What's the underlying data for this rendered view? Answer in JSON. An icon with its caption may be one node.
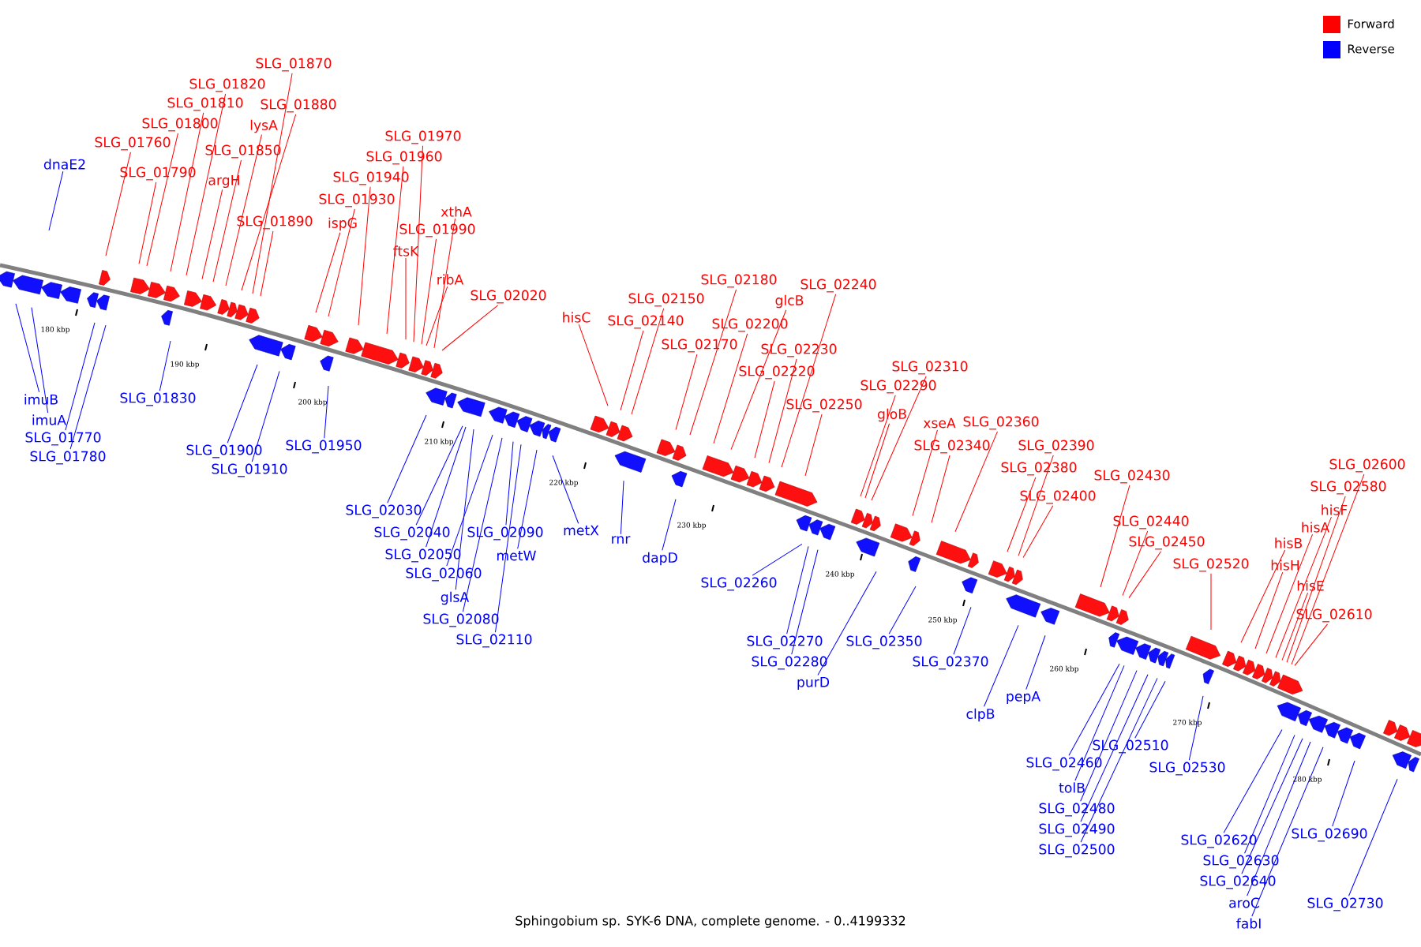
{
  "diagram": {
    "caption": "Sphingobium sp. SYK-6 DNA, complete genome. - 0..4199332",
    "nodes": [
      {
        "text": [
          "SLG_01870"
        ]
      },
      {
        "text": [
          "SLG_01820"
        ]
      },
      {
        "text": [
          "SLG_01810"
        ]
      },
      {
        "text": [
          "SLG_01880"
        ]
      },
      {
        "text": [
          "lysA"
        ]
      },
      {
        "text": [
          "SLG_01800"
        ]
      },
      {
        "text": [
          "SLG_01760"
        ]
      },
      {
        "text": [
          "SLG_01850"
        ]
      },
      {
        "text": [
          "SLG_01790"
        ]
      },
      {
        "text": [
          "argH"
        ]
      },
      {
        "text": [
          "SLG_01890"
        ]
      },
      {
        "text": [
          "SLG_01970"
        ]
      },
      {
        "text": [
          "SLG_01960"
        ]
      },
      {
        "text": [
          "SLG_01940"
        ]
      },
      {
        "text": [
          "SLG_01930"
        ]
      },
      {
        "text": [
          "ispG"
        ]
      },
      {
        "text": [
          "xthA"
        ]
      },
      {
        "text": [
          "SLG_01990"
        ]
      },
      {
        "text": [
          "ftsK"
        ]
      },
      {
        "text": [
          "ribA"
        ]
      },
      {
        "text": [
          "SLG_02020"
        ]
      },
      {
        "text": [
          "hisC"
        ]
      },
      {
        "text": [
          "SLG_02150"
        ]
      },
      {
        "text": [
          "SLG_02140"
        ]
      },
      {
        "text": [
          "SLG_02180"
        ]
      },
      {
        "text": [
          "glcB"
        ]
      },
      {
        "text": [
          "SLG_02240"
        ]
      },
      {
        "text": [
          "SLG_02200"
        ]
      },
      {
        "text": [
          "SLG_02170"
        ]
      },
      {
        "text": [
          "SLG_02230"
        ]
      },
      {
        "text": [
          "SLG_02220"
        ]
      },
      {
        "text": [
          "SLG_02250"
        ]
      },
      {
        "text": [
          "SLG_02310"
        ]
      },
      {
        "text": [
          "SLG_02290"
        ]
      },
      {
        "text": [
          "gloB"
        ]
      },
      {
        "text": [
          "xseA"
        ]
      },
      {
        "text": [
          "SLG_02360"
        ]
      },
      {
        "text": [
          "SLG_02340"
        ]
      },
      {
        "text": [
          "SLG_02390"
        ]
      },
      {
        "text": [
          "SLG_02380"
        ]
      },
      {
        "text": [
          "SLG_02400"
        ]
      },
      {
        "text": [
          "SLG_02430"
        ]
      },
      {
        "text": [
          "SLG_02440"
        ]
      },
      {
        "text": [
          "SLG_02450"
        ]
      },
      {
        "text": [
          "SLG_02520"
        ]
      },
      {
        "text": [
          "SLG_02600"
        ]
      },
      {
        "text": [
          "SLG_02580"
        ]
      },
      {
        "text": [
          "hisF"
        ]
      },
      {
        "text": [
          "hisA"
        ]
      },
      {
        "text": [
          "hisB"
        ]
      },
      {
        "text": [
          "hisH"
        ]
      },
      {
        "text": [
          "hisE"
        ]
      },
      {
        "text": [
          "SLG_02610"
        ]
      },
      {
        "text": [
          "dnaE2"
        ]
      },
      {
        "text": [
          "imuB"
        ]
      },
      {
        "text": [
          "imuA"
        ]
      },
      {
        "text": [
          "SLG_01770"
        ]
      },
      {
        "text": [
          "SLG_01780"
        ]
      },
      {
        "text": [
          "SLG_01830"
        ]
      },
      {
        "text": [
          "SLG_01900"
        ]
      },
      {
        "text": [
          "SLG_01910"
        ]
      },
      {
        "text": [
          "SLG_01950"
        ]
      },
      {
        "text": [
          "SLG_02030"
        ]
      },
      {
        "text": [
          "SLG_02040"
        ]
      },
      {
        "text": [
          "SLG_02050"
        ]
      },
      {
        "text": [
          "SLG_02060"
        ]
      },
      {
        "text": [
          "glsA"
        ]
      },
      {
        "text": [
          "SLG_02080"
        ]
      },
      {
        "text": [
          "SLG_02110"
        ]
      },
      {
        "text": [
          "SLG_02090"
        ]
      },
      {
        "text": [
          "metW"
        ]
      },
      {
        "text": [
          "metX"
        ]
      },
      {
        "text": [
          "rnr"
        ]
      },
      {
        "text": [
          "dapD"
        ]
      },
      {
        "text": [
          "SLG_02260"
        ]
      },
      {
        "text": [
          "SLG_02270"
        ]
      },
      {
        "text": [
          "SLG_02280"
        ]
      },
      {
        "text": [
          "purD"
        ]
      },
      {
        "text": [
          "SLG_02350"
        ]
      },
      {
        "text": [
          "SLG_02370"
        ]
      },
      {
        "text": [
          "clpB"
        ]
      },
      {
        "text": [
          "pepA"
        ]
      },
      {
        "text": [
          "SLG_02460"
        ]
      },
      {
        "text": [
          "SLG_02510"
        ]
      },
      {
        "text": [
          "tolB"
        ]
      },
      {
        "text": [
          "SLG_02480"
        ]
      },
      {
        "text": [
          "SLG_02490"
        ]
      },
      {
        "text": [
          "SLG_02500"
        ]
      },
      {
        "text": [
          "SLG_02530"
        ]
      },
      {
        "text": [
          "SLG_02620"
        ]
      },
      {
        "text": [
          "SLG_02630"
        ]
      },
      {
        "text": [
          "SLG_02640"
        ]
      },
      {
        "text": [
          "aroC"
        ]
      },
      {
        "text": [
          "fabI"
        ]
      },
      {
        "text": [
          "SLG_02690"
        ]
      },
      {
        "text": [
          "SLG_02730"
        ]
      }
    ],
    "edges": [
      {
        "from": 0,
        "to": null,
        "arrow": "none",
        "color": "#ff0000"
      },
      {
        "from": 1,
        "to": null,
        "arrow": "none",
        "color": "#ff0000"
      },
      {
        "from": 2,
        "to": null,
        "arrow": "none",
        "color": "#ff0000"
      },
      {
        "from": 3,
        "to": null,
        "arrow": "none",
        "color": "#ff0000"
      },
      {
        "from": 4,
        "to": null,
        "arrow": "none",
        "color": "#ff0000"
      },
      {
        "from": 5,
        "to": null,
        "arrow": "none",
        "color": "#ff0000"
      },
      {
        "from": 6,
        "to": null,
        "arrow": "none",
        "color": "#ff0000"
      },
      {
        "from": 7,
        "to": null,
        "arrow": "none",
        "color": "#ff0000"
      },
      {
        "from": 8,
        "to": null,
        "arrow": "none",
        "color": "#ff0000"
      },
      {
        "from": 9,
        "to": null,
        "arrow": "none",
        "color": "#ff0000"
      },
      {
        "from": 10,
        "to": null,
        "arrow": "none",
        "color": "#ff0000"
      },
      {
        "from": 11,
        "to": null,
        "arrow": "none",
        "color": "#ff0000"
      },
      {
        "from": 12,
        "to": null,
        "arrow": "none",
        "color": "#ff0000"
      },
      {
        "from": 13,
        "to": null,
        "arrow": "none",
        "color": "#ff0000"
      },
      {
        "from": 14,
        "to": null,
        "arrow": "none",
        "color": "#ff0000"
      },
      {
        "from": 15,
        "to": null,
        "arrow": "none",
        "color": "#ff0000"
      },
      {
        "from": 16,
        "to": null,
        "arrow": "none",
        "color": "#ff0000"
      },
      {
        "from": 17,
        "to": null,
        "arrow": "none",
        "color": "#ff0000"
      },
      {
        "from": 18,
        "to": null,
        "arrow": "none",
        "color": "#ff0000"
      },
      {
        "from": 19,
        "to": null,
        "arrow": "none",
        "color": "#ff0000"
      },
      {
        "from": 20,
        "to": null,
        "arrow": "none",
        "color": "#ff0000"
      },
      {
        "from": 21,
        "to": null,
        "arrow": "none",
        "color": "#ff0000"
      },
      {
        "from": 22,
        "to": null,
        "arrow": "none",
        "color": "#ff0000"
      },
      {
        "from": 23,
        "to": null,
        "arrow": "none",
        "color": "#ff0000"
      },
      {
        "from": 24,
        "to": null,
        "arrow": "none",
        "color": "#ff0000"
      },
      {
        "from": 25,
        "to": null,
        "arrow": "none",
        "color": "#ff0000"
      },
      {
        "from": 26,
        "to": null,
        "arrow": "none",
        "color": "#ff0000"
      },
      {
        "from": 27,
        "to": null,
        "arrow": "none",
        "color": "#ff0000"
      },
      {
        "from": 28,
        "to": null,
        "arrow": "none",
        "color": "#ff0000"
      },
      {
        "from": 29,
        "to": null,
        "arrow": "none",
        "color": "#ff0000"
      },
      {
        "from": 30,
        "to": null,
        "arrow": "none",
        "color": "#ff0000"
      },
      {
        "from": 31,
        "to": null,
        "arrow": "none",
        "color": "#ff0000"
      },
      {
        "from": 32,
        "to": null,
        "arrow": "none",
        "color": "#ff0000"
      },
      {
        "from": 33,
        "to": null,
        "arrow": "none",
        "color": "#ff0000"
      },
      {
        "from": 34,
        "to": null,
        "arrow": "none",
        "color": "#ff0000"
      },
      {
        "from": 35,
        "to": null,
        "arrow": "none",
        "color": "#ff0000"
      },
      {
        "from": 36,
        "to": null,
        "arrow": "none",
        "color": "#ff0000"
      },
      {
        "from": 37,
        "to": null,
        "arrow": "none",
        "color": "#ff0000"
      },
      {
        "from": 38,
        "to": null,
        "arrow": "none",
        "color": "#ff0000"
      },
      {
        "from": 39,
        "to": null,
        "arrow": "none",
        "color": "#ff0000"
      },
      {
        "from": 40,
        "to": null,
        "arrow": "none",
        "color": "#ff0000"
      },
      {
        "from": 41,
        "to": null,
        "arrow": "none",
        "color": "#ff0000"
      },
      {
        "from": 42,
        "to": null,
        "arrow": "none",
        "color": "#ff0000"
      },
      {
        "from": 43,
        "to": null,
        "arrow": "none",
        "color": "#ff0000"
      },
      {
        "from": 44,
        "to": null,
        "arrow": "none",
        "color": "#ff0000"
      },
      {
        "from": 45,
        "to": null,
        "arrow": "none",
        "color": "#ff0000"
      },
      {
        "from": 46,
        "to": null,
        "arrow": "none",
        "color": "#ff0000"
      },
      {
        "from": 47,
        "to": null,
        "arrow": "none",
        "color": "#ff0000"
      },
      {
        "from": 48,
        "to": null,
        "arrow": "none",
        "color": "#ff0000"
      },
      {
        "from": 49,
        "to": null,
        "arrow": "none",
        "color": "#ff0000"
      },
      {
        "from": 50,
        "to": null,
        "arrow": "none",
        "color": "#ff0000"
      },
      {
        "from": 51,
        "to": null,
        "arrow": "none",
        "color": "#ff0000"
      },
      {
        "from": 52,
        "to": null,
        "arrow": "none",
        "color": "#ff0000"
      },
      {
        "from": 53,
        "to": null,
        "arrow": "none",
        "color": "#0000ff"
      },
      {
        "from": 54,
        "to": null,
        "arrow": "none",
        "color": "#0000ff"
      },
      {
        "from": 55,
        "to": null,
        "arrow": "none",
        "color": "#0000ff"
      },
      {
        "from": 56,
        "to": null,
        "arrow": "none",
        "color": "#0000ff"
      },
      {
        "from": 57,
        "to": null,
        "arrow": "none",
        "color": "#0000ff"
      },
      {
        "from": 58,
        "to": null,
        "arrow": "none",
        "color": "#0000ff"
      },
      {
        "from": 59,
        "to": null,
        "arrow": "none",
        "color": "#0000ff"
      },
      {
        "from": 60,
        "to": null,
        "arrow": "none",
        "color": "#0000ff"
      },
      {
        "from": 61,
        "to": null,
        "arrow": "none",
        "color": "#0000ff"
      },
      {
        "from": 62,
        "to": null,
        "arrow": "none",
        "color": "#0000ff"
      },
      {
        "from": 63,
        "to": null,
        "arrow": "none",
        "color": "#0000ff"
      },
      {
        "from": 64,
        "to": null,
        "arrow": "none",
        "color": "#0000ff"
      },
      {
        "from": 65,
        "to": null,
        "arrow": "none",
        "color": "#0000ff"
      },
      {
        "from": 66,
        "to": null,
        "arrow": "none",
        "color": "#0000ff"
      },
      {
        "from": 67,
        "to": null,
        "arrow": "none",
        "color": "#0000ff"
      },
      {
        "from": 68,
        "to": null,
        "arrow": "none",
        "color": "#0000ff"
      },
      {
        "from": 69,
        "to": null,
        "arrow": "none",
        "color": "#0000ff"
      },
      {
        "from": 70,
        "to": null,
        "arrow": "none",
        "color": "#0000ff"
      },
      {
        "from": 71,
        "to": null,
        "arrow": "none",
        "color": "#0000ff"
      },
      {
        "from": 72,
        "to": null,
        "arrow": "none",
        "color": "#0000ff"
      },
      {
        "from": 73,
        "to": null,
        "arrow": "none",
        "color": "#0000ff"
      },
      {
        "from": 74,
        "to": null,
        "arrow": "none",
        "color": "#0000ff"
      },
      {
        "from": 75,
        "to": null,
        "arrow": "none",
        "color": "#0000ff"
      },
      {
        "from": 76,
        "to": null,
        "arrow": "none",
        "color": "#0000ff"
      },
      {
        "from": 77,
        "to": null,
        "arrow": "none",
        "color": "#0000ff"
      },
      {
        "from": 78,
        "to": null,
        "arrow": "none",
        "color": "#0000ff"
      },
      {
        "from": 79,
        "to": null,
        "arrow": "none",
        "color": "#0000ff"
      },
      {
        "from": 80,
        "to": null,
        "arrow": "none",
        "color": "#0000ff"
      },
      {
        "from": 81,
        "to": null,
        "arrow": "none",
        "color": "#0000ff"
      },
      {
        "from": 82,
        "to": null,
        "arrow": "none",
        "color": "#0000ff"
      },
      {
        "from": 83,
        "to": null,
        "arrow": "none",
        "color": "#0000ff"
      },
      {
        "from": 84,
        "to": null,
        "arrow": "none",
        "color": "#0000ff"
      },
      {
        "from": 85,
        "to": null,
        "arrow": "none",
        "color": "#0000ff"
      },
      {
        "from": 86,
        "to": null,
        "arrow": "none",
        "color": "#0000ff"
      },
      {
        "from": 87,
        "to": null,
        "arrow": "none",
        "color": "#0000ff"
      },
      {
        "from": 88,
        "to": null,
        "arrow": "none",
        "color": "#0000ff"
      },
      {
        "from": 89,
        "to": null,
        "arrow": "none",
        "color": "#0000ff"
      },
      {
        "from": 90,
        "to": null,
        "arrow": "none",
        "color": "#0000ff"
      },
      {
        "from": 91,
        "to": null,
        "arrow": "none",
        "color": "#0000ff"
      },
      {
        "from": 92,
        "to": null,
        "arrow": "none",
        "color": "#0000ff"
      },
      {
        "from": 93,
        "to": null,
        "arrow": "none",
        "color": "#0000ff"
      },
      {
        "from": 94,
        "to": null,
        "arrow": "none",
        "color": "#0000ff"
      },
      {
        "from": 95,
        "to": null,
        "arrow": "none",
        "color": "#0000ff"
      }
    ],
    "labels": [
      "180 kbp",
      "190 kbp",
      "200 kbp",
      "210 kbp",
      "220 kbp",
      "230 kbp",
      "240 kbp",
      "250 kbp",
      "260 kbp",
      "270 kbp",
      "280 kbp"
    ],
    "legend": [
      {
        "text": "Forward",
        "color": "#ff0000"
      },
      {
        "text": "Reverse",
        "color": "#0000ff"
      }
    ]
  }
}
